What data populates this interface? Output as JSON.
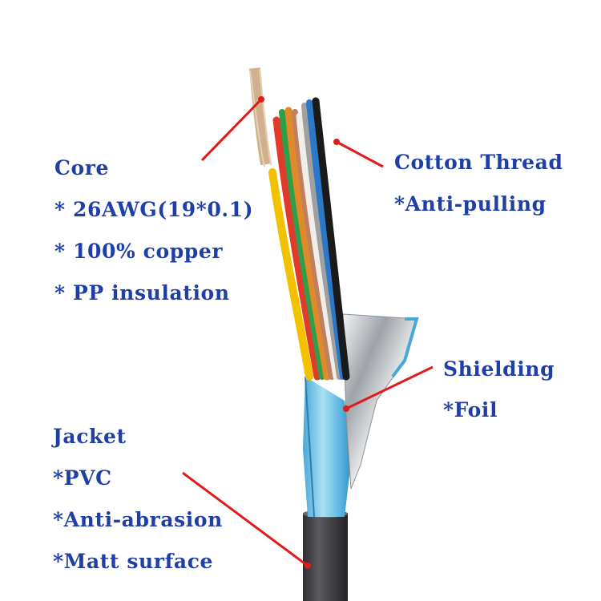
{
  "callouts": {
    "core": {
      "title": "Core",
      "lines": [
        "* 26AWG(19*0.1)",
        "* 100% copper",
        "* PP insulation"
      ]
    },
    "cotton_thread": {
      "title": "Cotton Thread",
      "lines": [
        "*Anti-pulling"
      ]
    },
    "shielding": {
      "title": "Shielding",
      "lines": [
        "*Foil"
      ]
    },
    "jacket": {
      "title": "Jacket",
      "lines": [
        "*PVC",
        "*Anti-abrasion",
        "*Matt surface"
      ]
    }
  },
  "colors": {
    "label_text": "#1f3fa6",
    "leader_line": "#e01b1b",
    "jacket": "#4a4a4e",
    "shield_blue": "#7ec9e8",
    "foil": "#c9ccd0"
  },
  "wire_colors": [
    "#f2c200",
    "#e23a2a",
    "#2e9e4a",
    "#e08a2a",
    "#f5f5f5",
    "#c08060",
    "#9a9a9a",
    "#2a78c8",
    "#1a1a1a"
  ]
}
